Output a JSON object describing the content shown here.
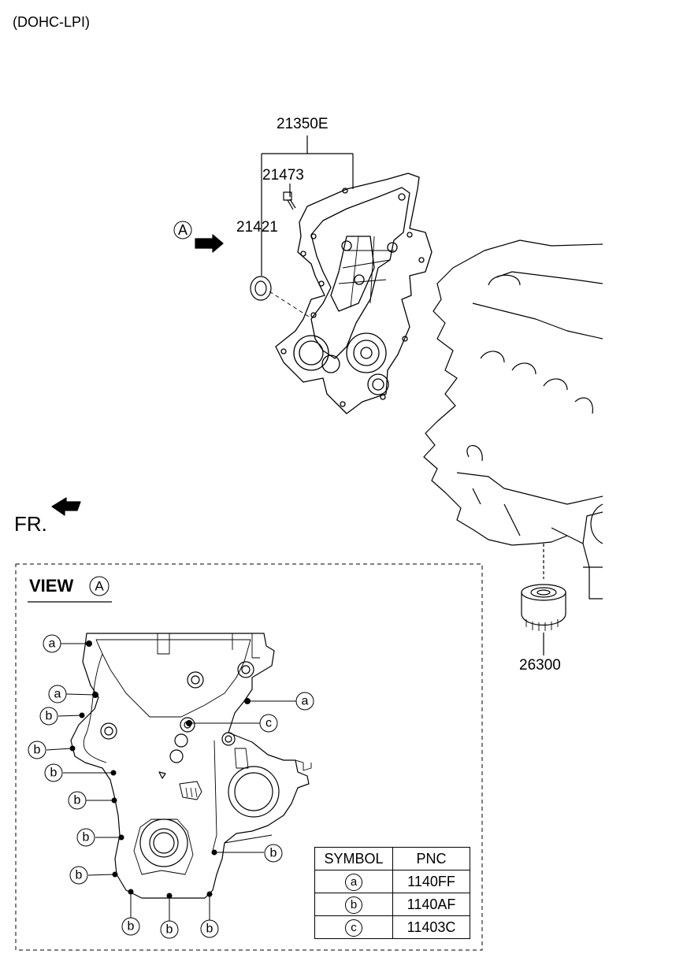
{
  "header": {
    "variant": "(DOHC-LPI)"
  },
  "parts": {
    "assembly": "21350E",
    "bolt": "21473",
    "seal": "21421",
    "oil_filter": "26300"
  },
  "view_marker": "A",
  "front_label": "FR.",
  "view": {
    "word": "VIEW",
    "letter": "A"
  },
  "callouts": [
    "a",
    "a",
    "b",
    "b",
    "b",
    "b",
    "b",
    "b",
    "b",
    "b",
    "b",
    "a",
    "c",
    "b"
  ],
  "symbol_table": {
    "headers": [
      "SYMBOL",
      "PNC"
    ],
    "rows": [
      {
        "symbol": "a",
        "pnc": "1140FF"
      },
      {
        "symbol": "b",
        "pnc": "1140AF"
      },
      {
        "symbol": "c",
        "pnc": "11403C"
      }
    ]
  }
}
